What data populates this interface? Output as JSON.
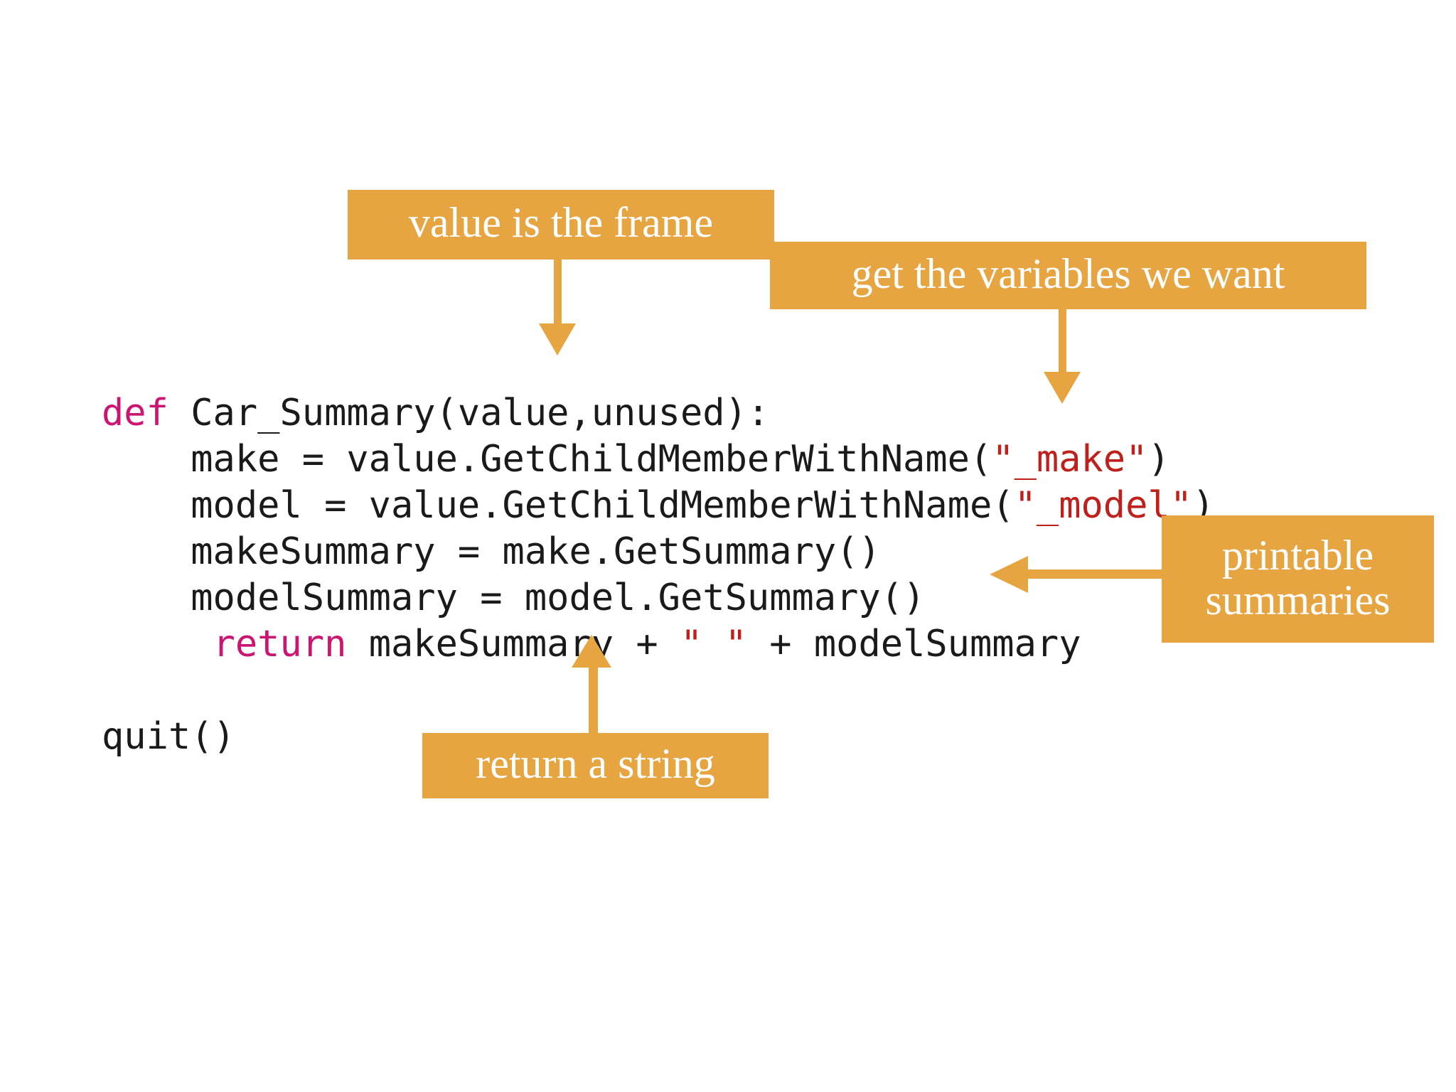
{
  "slide": {
    "background_color": "#ffffff",
    "accent_color": "#E6A541",
    "keyword_color": "#CC1573",
    "string_color": "#C0201B",
    "code_color": "#1a1a1a"
  },
  "code": {
    "language": "python",
    "lines": [
      {
        "id": "line-def",
        "segments": [
          {
            "text": "def",
            "kind": "keyword"
          },
          {
            "text": " Car_Summary(value,unused):",
            "kind": "plain"
          }
        ]
      },
      {
        "id": "line-make",
        "segments": [
          {
            "text": "    make = value.GetChildMemberWithName(",
            "kind": "plain"
          },
          {
            "text": "\"_make\"",
            "kind": "string"
          },
          {
            "text": ")",
            "kind": "plain"
          }
        ]
      },
      {
        "id": "line-model",
        "segments": [
          {
            "text": "    model = value.GetChildMemberWithName(",
            "kind": "plain"
          },
          {
            "text": "\"_model\"",
            "kind": "string"
          },
          {
            "text": ")",
            "kind": "plain"
          }
        ]
      },
      {
        "id": "line-make-summary",
        "segments": [
          {
            "text": "    makeSummary = make.GetSummary()",
            "kind": "plain"
          }
        ]
      },
      {
        "id": "line-model-summary",
        "segments": [
          {
            "text": "    modelSummary = model.GetSummary()",
            "kind": "plain"
          }
        ]
      },
      {
        "id": "line-return",
        "segments": [
          {
            "text": "     ",
            "kind": "plain"
          },
          {
            "text": "return",
            "kind": "keyword"
          },
          {
            "text": " makeSummary + ",
            "kind": "plain"
          },
          {
            "text": "\" \"",
            "kind": "string"
          },
          {
            "text": " + modelSummary",
            "kind": "plain"
          }
        ]
      },
      {
        "id": "line-blank",
        "segments": [
          {
            "text": "",
            "kind": "plain"
          }
        ]
      },
      {
        "id": "line-quit",
        "segments": [
          {
            "text": "quit()",
            "kind": "plain"
          }
        ]
      }
    ]
  },
  "callouts": [
    {
      "id": "value-frame",
      "text": "value is the frame",
      "arrow": "down"
    },
    {
      "id": "get-vars",
      "text": "get the variables we want",
      "arrow": "down"
    },
    {
      "id": "printable",
      "line1": "printable",
      "line2": "summaries",
      "arrow": "left"
    },
    {
      "id": "return-string",
      "text": "return a string",
      "arrow": "up"
    }
  ]
}
